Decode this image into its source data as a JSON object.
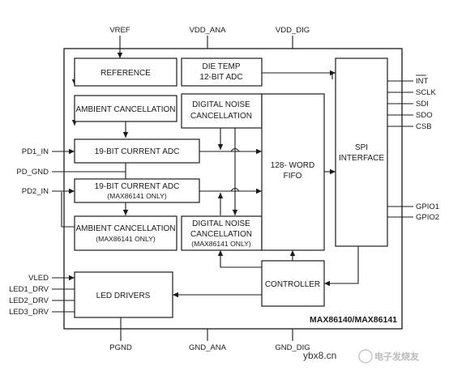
{
  "diagram": {
    "part_label": "MAX86140/MAX86141",
    "top_pins": [
      "VREF",
      "VDD_ANA",
      "VDD_DIG"
    ],
    "bottom_pins": [
      "PGND",
      "GND_ANA",
      "GND_DIG"
    ],
    "left_pins": [
      "PD1_IN",
      "PD_GND",
      "PD2_IN",
      "VLED",
      "LED1_DRV",
      "LED2_DRV",
      "LED3_DRV"
    ],
    "right_pins": [
      "INT",
      "SCLK",
      "SDI",
      "SDO",
      "CSB",
      "GPIO1",
      "GPIO2"
    ],
    "blocks": {
      "reference": "REFERENCE",
      "die_temp": [
        "DIE TEMP",
        "12-BIT ADC"
      ],
      "ambient1": "AMBIENT CANCELLATION",
      "dnc1": [
        "DIGITAL NOISE",
        "CANCELLATION"
      ],
      "adc1": "19-BIT CURRENT ADC",
      "adc2": [
        "19-BIT CURRENT ADC",
        "(MAX86141 ONLY)"
      ],
      "ambient2": [
        "AMBIENT CANCELLATION",
        "(MAX86141 ONLY)"
      ],
      "dnc2": [
        "DIGITAL NOISE",
        "CANCELLATION",
        "(MAX86141 ONLY)"
      ],
      "fifo": [
        "128- WORD",
        "FIFO"
      ],
      "spi": [
        "SPI",
        "INTERFACE"
      ],
      "controller": "CONTROLLER",
      "led_drivers": "LED DRIVERS"
    }
  },
  "watermark": {
    "url": "ybx8.cn",
    "site": "电子发烧友"
  }
}
